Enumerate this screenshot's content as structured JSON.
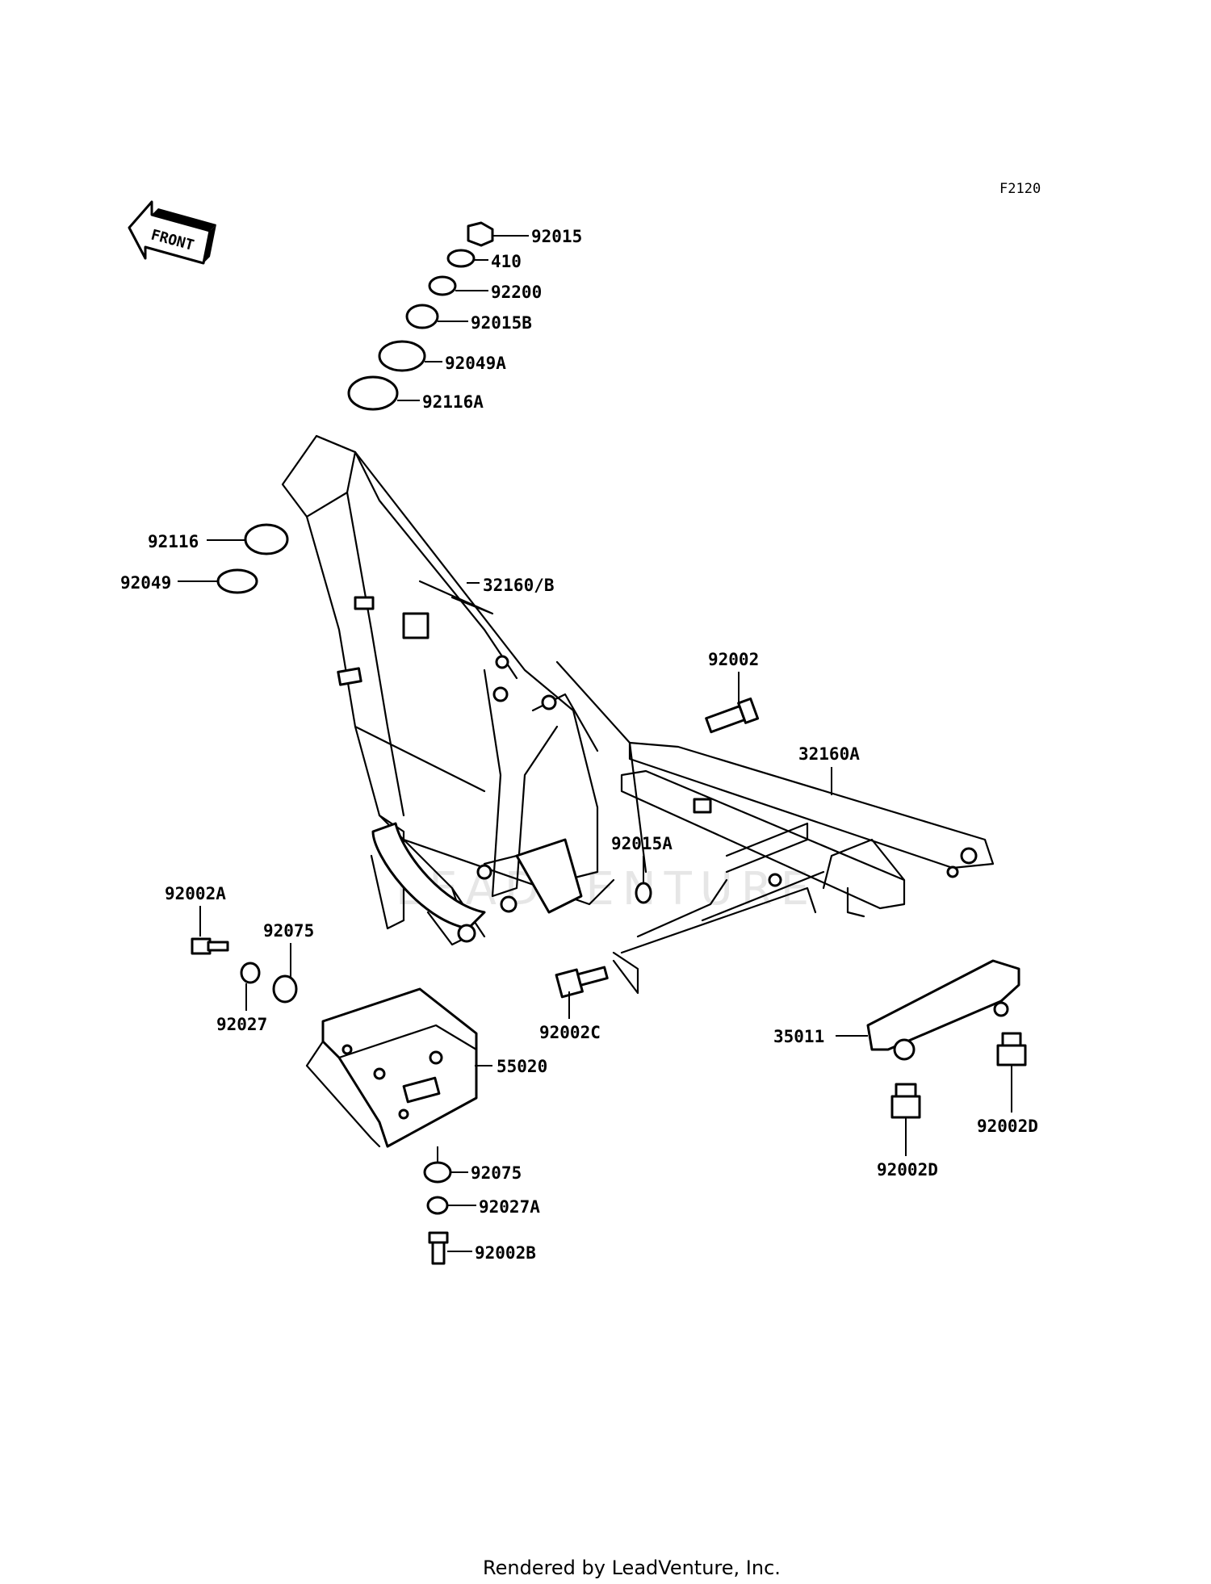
{
  "diagram": {
    "code": "F2120",
    "front_label": "FRONT",
    "watermark": "LEADVENTURE",
    "footer": "Rendered by LeadVenture, Inc.",
    "parts": [
      {
        "id": "92015",
        "label": "92015"
      },
      {
        "id": "410",
        "label": "410"
      },
      {
        "id": "92200",
        "label": "92200"
      },
      {
        "id": "92015B",
        "label": "92015B"
      },
      {
        "id": "92049A",
        "label": "92049A"
      },
      {
        "id": "92116A",
        "label": "92116A"
      },
      {
        "id": "92116",
        "label": "92116"
      },
      {
        "id": "92049",
        "label": "92049"
      },
      {
        "id": "32160B",
        "label": "32160/B"
      },
      {
        "id": "92002",
        "label": "92002"
      },
      {
        "id": "32160A",
        "label": "32160A"
      },
      {
        "id": "92015A",
        "label": "92015A"
      },
      {
        "id": "92002A",
        "label": "92002A"
      },
      {
        "id": "92075a",
        "label": "92075"
      },
      {
        "id": "92027",
        "label": "92027"
      },
      {
        "id": "92002C",
        "label": "92002C"
      },
      {
        "id": "55020",
        "label": "55020"
      },
      {
        "id": "35011",
        "label": "35011"
      },
      {
        "id": "92002D_right",
        "label": "92002D"
      },
      {
        "id": "92002D_left",
        "label": "92002D"
      },
      {
        "id": "92075b",
        "label": "92075"
      },
      {
        "id": "92027A",
        "label": "92027A"
      },
      {
        "id": "92002B",
        "label": "92002B"
      }
    ]
  }
}
